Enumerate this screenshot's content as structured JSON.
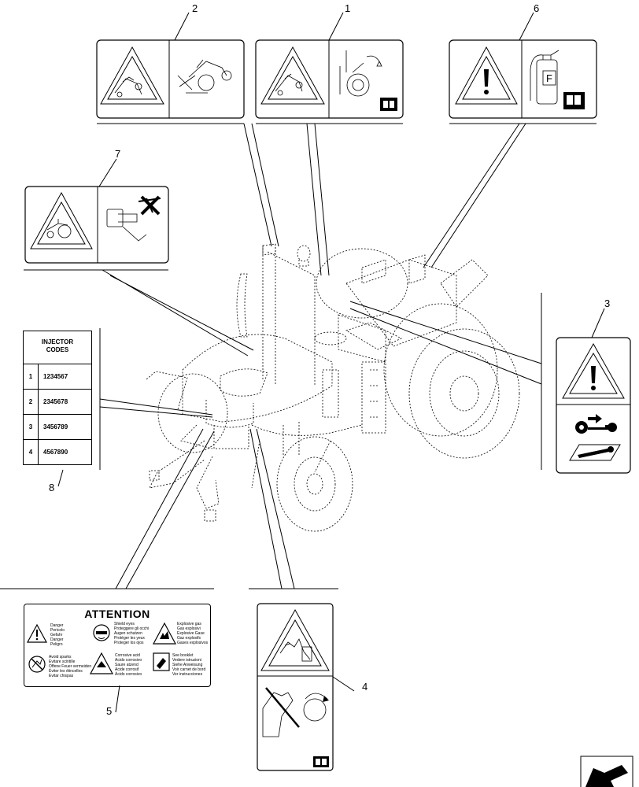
{
  "callouts": {
    "c1": "1",
    "c2": "2",
    "c3": "3",
    "c4": "4",
    "c5": "5",
    "c6": "6",
    "c7": "7",
    "c8": "8"
  },
  "injector_table": {
    "header_line1": "INJECTOR",
    "header_line2": "CODES",
    "rows": [
      {
        "index": "1",
        "code": "1234567"
      },
      {
        "index": "2",
        "code": "2345678"
      },
      {
        "index": "3",
        "code": "3456789"
      },
      {
        "index": "4",
        "code": "4567890"
      }
    ]
  },
  "attention_decal": {
    "title": "ATTENTION",
    "block_danger": [
      "Danger",
      "Pericolo",
      "Gefahr",
      "Danger",
      "Peligro"
    ],
    "block_shield": [
      "Shield eyes",
      "Proteggere gli occhi",
      "Augen schutzen",
      "Protéger les yeux",
      "Proteger los ojos"
    ],
    "block_gas": [
      "Explosive gas",
      "Gas esplosivi",
      "Explosive Gase",
      "Gaz explosifs",
      "Gases explosivos"
    ],
    "block_sparks": [
      "Avoid sparks",
      "Evitare scintille",
      "Offene Feuer vermeiden",
      "Éviter les étincelles",
      "Evitar chispas"
    ],
    "block_acid": [
      "Corrosive acid",
      "Acido corrosivo",
      "Saure atzend",
      "Acide corrosif",
      "Ácido corrosivo"
    ],
    "block_booklet": [
      "See booklet",
      "Vedere istruzioni",
      "Siehe Anweisung",
      "Voir carnet de bord",
      "Ver instrucciones"
    ]
  },
  "icons": [
    "warning-triangle-icon",
    "manual-book-icon",
    "fire-extinguisher-icon",
    "ignition-key-icon",
    "wrench-manual-icon",
    "no-hands-icon",
    "rotating-fan-icon",
    "tractor-rollover-icon",
    "navigation-arrow-icon"
  ]
}
